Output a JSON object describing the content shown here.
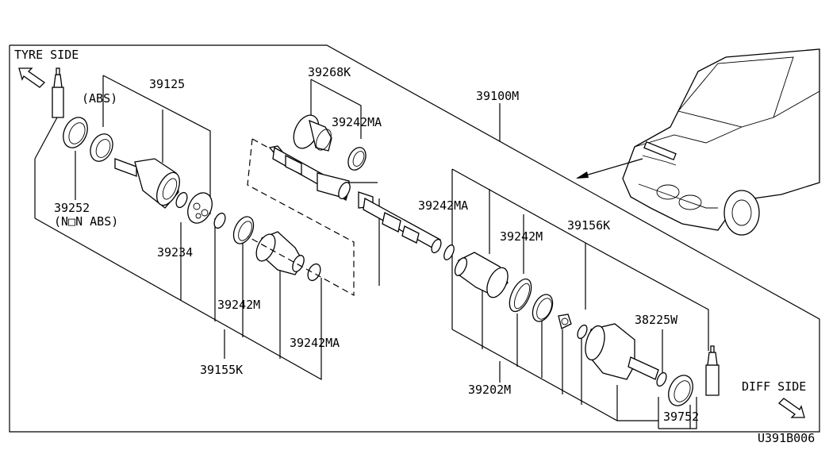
{
  "sides": {
    "tyre": "TYRE SIDE",
    "diff": "DIFF SIDE"
  },
  "notes": {
    "abs": "(ABS)",
    "non_abs": "(N□N ABS)"
  },
  "parts": {
    "p39125": "39125",
    "p39252": "39252",
    "p39234": "39234",
    "p39242m_left": "39242M",
    "p39242ma_left": "39242MA",
    "p39155k": "39155K",
    "p39268k": "39268K",
    "p39242ma_top": "39242MA",
    "p39100m": "39100M",
    "p39242ma_mid": "39242MA",
    "p39242m_right": "39242M",
    "p39156k": "39156K",
    "p38225w": "38225W",
    "p39202m": "39202M",
    "p39752": "39752"
  },
  "diagram_code": "U391B006"
}
